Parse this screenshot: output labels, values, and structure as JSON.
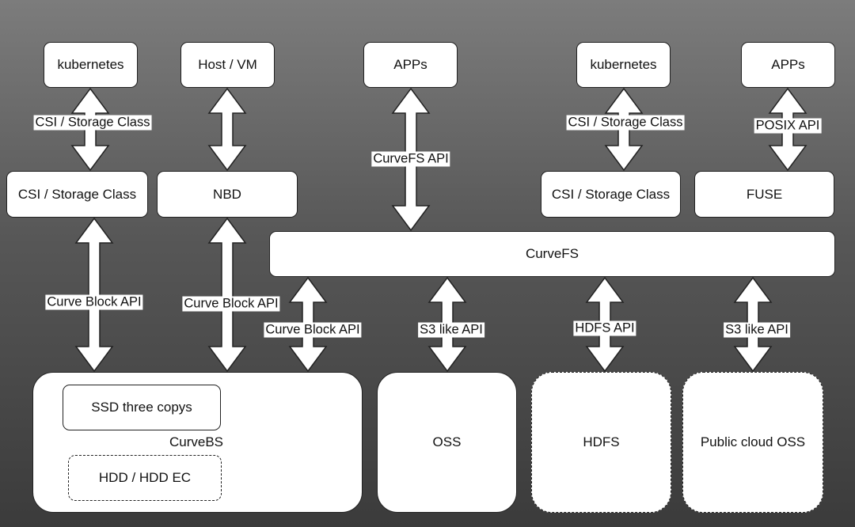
{
  "nodes": {
    "k8s_left": "kubernetes",
    "host_vm": "Host / VM",
    "apps_mid": "APPs",
    "k8s_right": "kubernetes",
    "apps_right": "APPs",
    "csi_left": "CSI / Storage Class",
    "nbd": "NBD",
    "csi_right": "CSI / Storage Class",
    "fuse": "FUSE",
    "curvefs": "CurveFS",
    "curvebs": "CurveBS",
    "ssd": "SSD three copys",
    "hdd": "HDD / HDD EC",
    "oss": "OSS",
    "hdfs": "HDFS",
    "public_oss": "Public cloud OSS"
  },
  "edges": {
    "csi_sc_left": "CSI / Storage Class",
    "curvefs_api": "CurveFS API",
    "csi_sc_right": "CSI / Storage Class",
    "posix_api": "POSIX API",
    "block_api_1": "Curve Block API",
    "block_api_2": "Curve Block API",
    "block_api_3": "Curve Block API",
    "s3_like_1": "S3 like API",
    "hdfs_api": "HDFS API",
    "s3_like_2": "S3 like API"
  },
  "colors": {
    "box_fill": "#ffffff",
    "box_stroke": "#222222",
    "arrow_fill": "#ffffff",
    "background_top": "#7c7c7c",
    "background_bottom": "#3b3b3b"
  }
}
